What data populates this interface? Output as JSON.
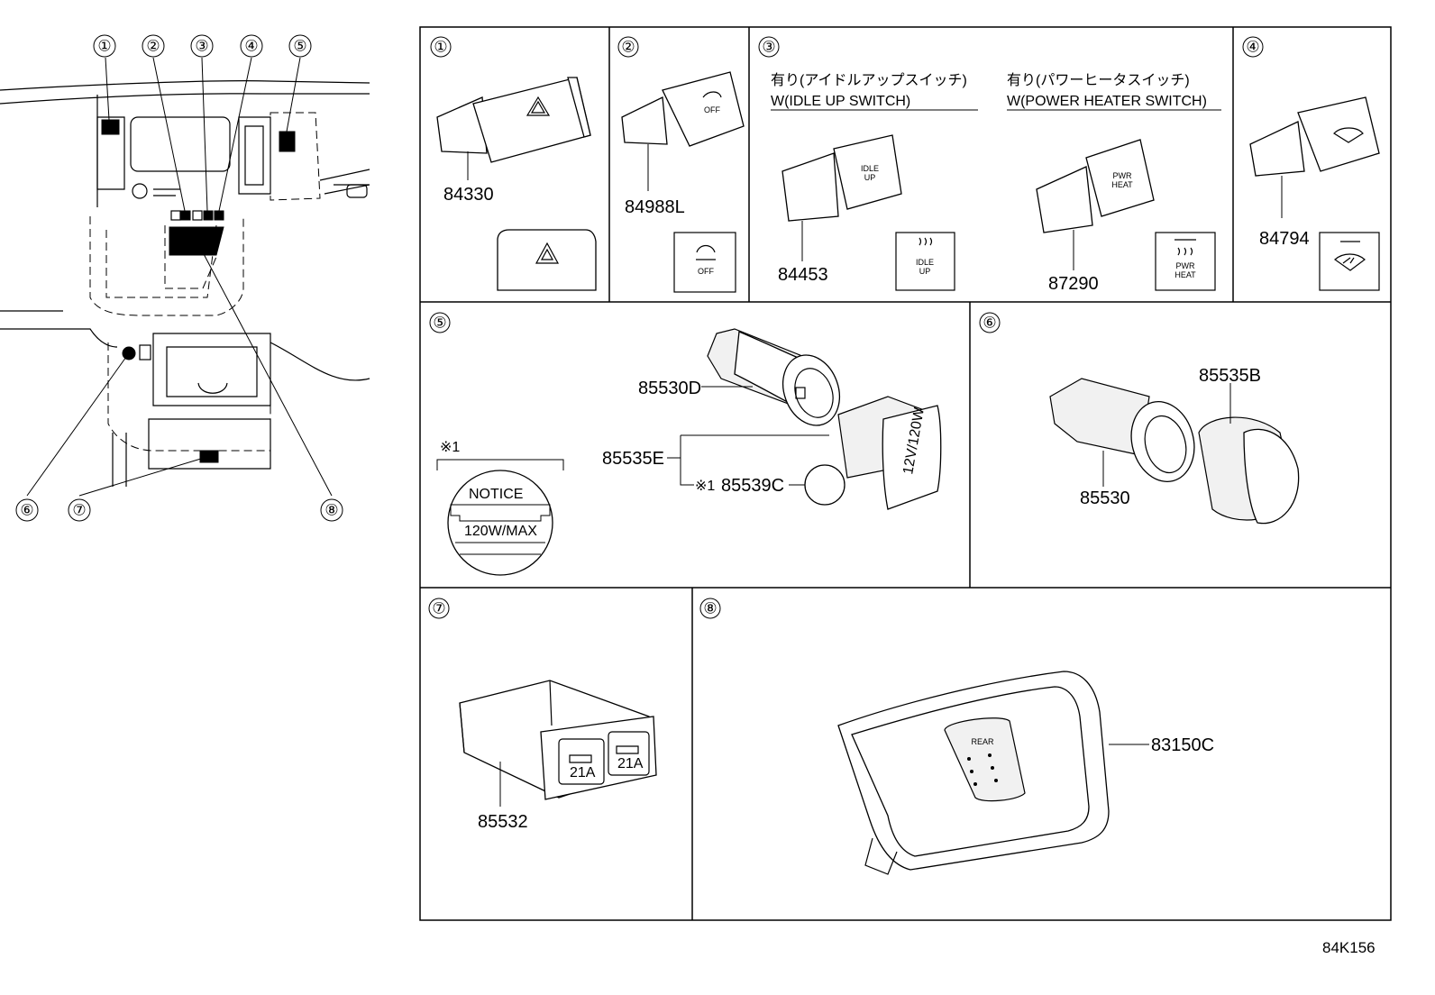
{
  "diagram_code": "84K156",
  "overview": {
    "callouts": [
      "①",
      "②",
      "③",
      "④",
      "⑤",
      "⑥",
      "⑦",
      "⑧"
    ]
  },
  "panels": {
    "p1": {
      "index": "①",
      "part_number": "84330"
    },
    "p2": {
      "index": "②",
      "part_number": "84988L",
      "icon_text": "OFF"
    },
    "p3": {
      "index": "③",
      "left_note_jp": "有り(アイドルアップスイッチ)",
      "left_note_en": "W(IDLE UP SWITCH)",
      "left_part_number": "84453",
      "left_icon_text": [
        "IDLE",
        "UP"
      ],
      "right_note_jp": "有り(パワーヒータスイッチ)",
      "right_note_en": "W(POWER HEATER SWITCH)",
      "right_part_number": "87290",
      "right_icon_text": [
        "PWR",
        "HEAT"
      ]
    },
    "p4": {
      "index": "④",
      "part_number": "84794"
    },
    "p5": {
      "index": "⑤",
      "part_a": "85530D",
      "part_b": "85535E",
      "part_c": "85539C",
      "ref_mark": "※1",
      "ref_mark_c": "※1",
      "cap_text": "12V/120W",
      "notice_title": "NOTICE",
      "notice_text": "120W/MAX"
    },
    "p6": {
      "index": "⑥",
      "part_a": "85535B",
      "part_b": "85530"
    },
    "p7": {
      "index": "⑦",
      "part_number": "85532",
      "socket_label": "21A"
    },
    "p8": {
      "index": "⑧",
      "part_number": "83150C",
      "icon_text": "REAR"
    }
  }
}
